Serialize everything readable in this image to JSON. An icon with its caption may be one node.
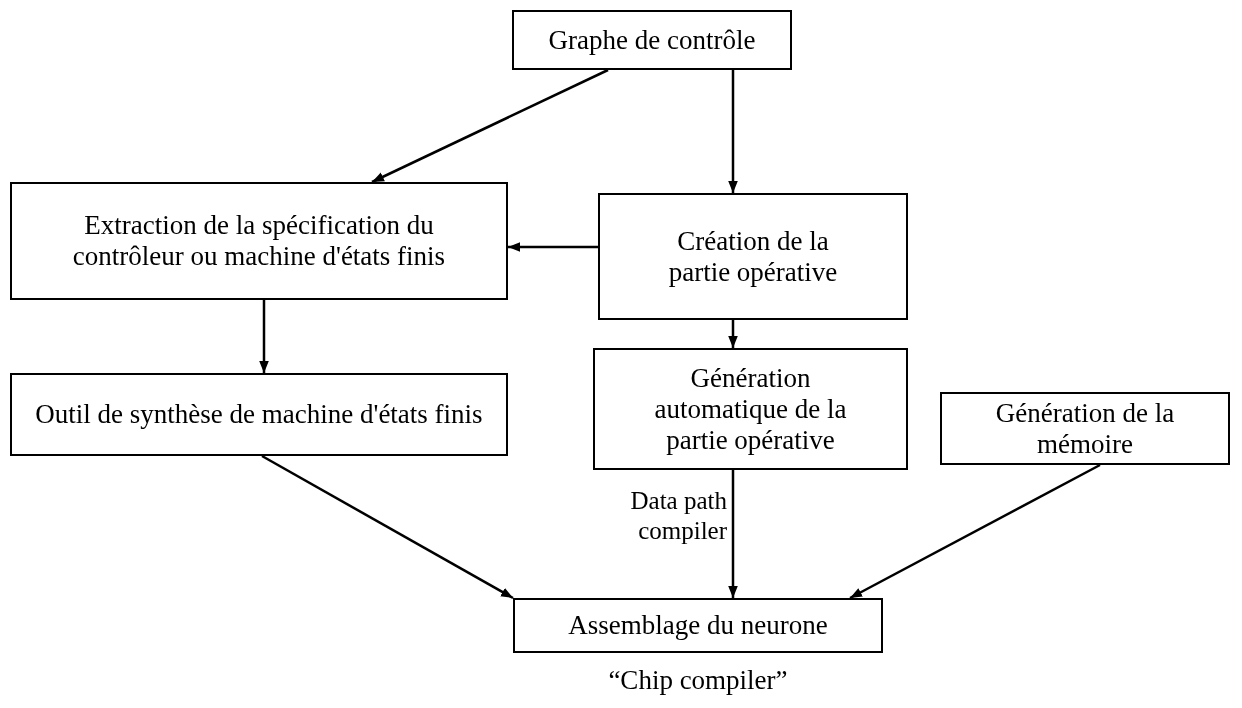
{
  "diagram": {
    "nodes": [
      {
        "text": [
          "Graphe de contrôle"
        ]
      },
      {
        "text": [
          "Extraction de la spécification du contrôleur ou machine d'états finis"
        ]
      },
      {
        "text": [
          "Création de la partie opérative"
        ]
      },
      {
        "text": [
          "Outil de synthèse de machine d'états finis"
        ]
      },
      {
        "text": [
          "Génération automatique de la partie opérative"
        ]
      },
      {
        "text": [
          "Génération de la mémoire"
        ]
      },
      {
        "text": [
          "Assemblage du neurone"
        ],
        "beside": [
          "“Chip compiler”"
        ]
      }
    ],
    "edges": [
      {
        "from": 0,
        "to": 1,
        "arrow": "to"
      },
      {
        "from": 0,
        "to": 2,
        "arrow": "to"
      },
      {
        "from": 2,
        "to": 1,
        "arrow": "to"
      },
      {
        "from": 1,
        "to": 3,
        "arrow": "to"
      },
      {
        "from": 2,
        "to": 4,
        "arrow": "to"
      },
      {
        "from": 3,
        "to": 6,
        "arrow": "to"
      },
      {
        "from": 4,
        "to": 6,
        "arrow": "to",
        "label": "Data path compiler"
      },
      {
        "from": 5,
        "to": 6,
        "arrow": "to"
      }
    ]
  }
}
